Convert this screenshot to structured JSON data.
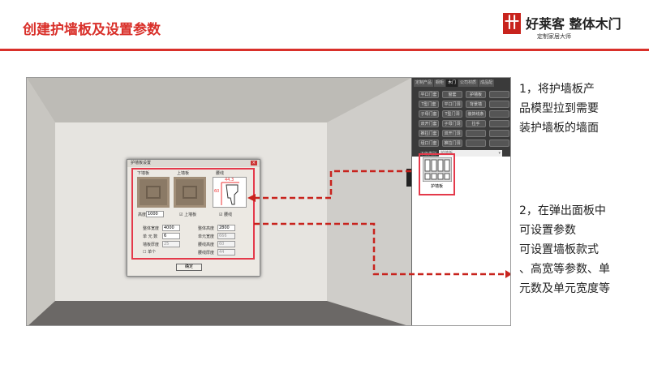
{
  "header": {
    "title": "创建护墙板及设置参数",
    "logo_mark": "ft",
    "logo_name": "好莱客 整体木门",
    "logo_sub": "定制家居大师"
  },
  "panel": {
    "tabs": [
      "定制产品",
      "橱柜",
      "木门",
      "公司材质",
      "成品配"
    ],
    "buttons": [
      "平口门套",
      "窗套",
      "护墙板",
      "",
      "T型门套",
      "平口门洞",
      "背景墙",
      "",
      "子母门套",
      "T型门洞",
      "装饰线条",
      "",
      "双开门套",
      "子母门洞",
      "拉手",
      "",
      "推拉门套",
      "双开门洞",
      "",
      "",
      "垭口门套",
      "推拉门洞",
      "",
      ""
    ],
    "sub_label": "下级类别",
    "sub_value": "护墙板",
    "item_label": "护墙板"
  },
  "dialog": {
    "title": "护墙板设置",
    "group_lower": "下墙板",
    "group_upper": "上墙板",
    "group_waist": "腰线",
    "height_label": "高度",
    "height_value": "1000",
    "upper_check": "上墙板",
    "waist_check": "腰线",
    "dim_w": "44.3",
    "dim_h": "60",
    "fields_left": [
      {
        "label": "整体宽度",
        "value": "4000"
      },
      {
        "label": "单 元 数",
        "value": "6"
      },
      {
        "label": "墙板厚度",
        "value": "25"
      }
    ],
    "fields_right": [
      {
        "label": "整体高度",
        "value": "2800"
      },
      {
        "label": "单元宽度",
        "value": "666"
      },
      {
        "label": "腰线高度",
        "value": "60"
      },
      {
        "label": "腰线厚度",
        "value": "44"
      }
    ],
    "single_label": "单个",
    "ok": "确定"
  },
  "notes": {
    "step1": [
      "1，将护墙板产",
      "品模型拉到需要",
      "装护墙板的墙面"
    ],
    "step2": [
      "2，在弹出面板中",
      "可设置参数",
      "可设置墙板款式",
      "、高宽等参数、单",
      "元数及单元宽度等"
    ]
  },
  "colors": {
    "accent": "#d9302a",
    "highlight": "#e4394a"
  }
}
